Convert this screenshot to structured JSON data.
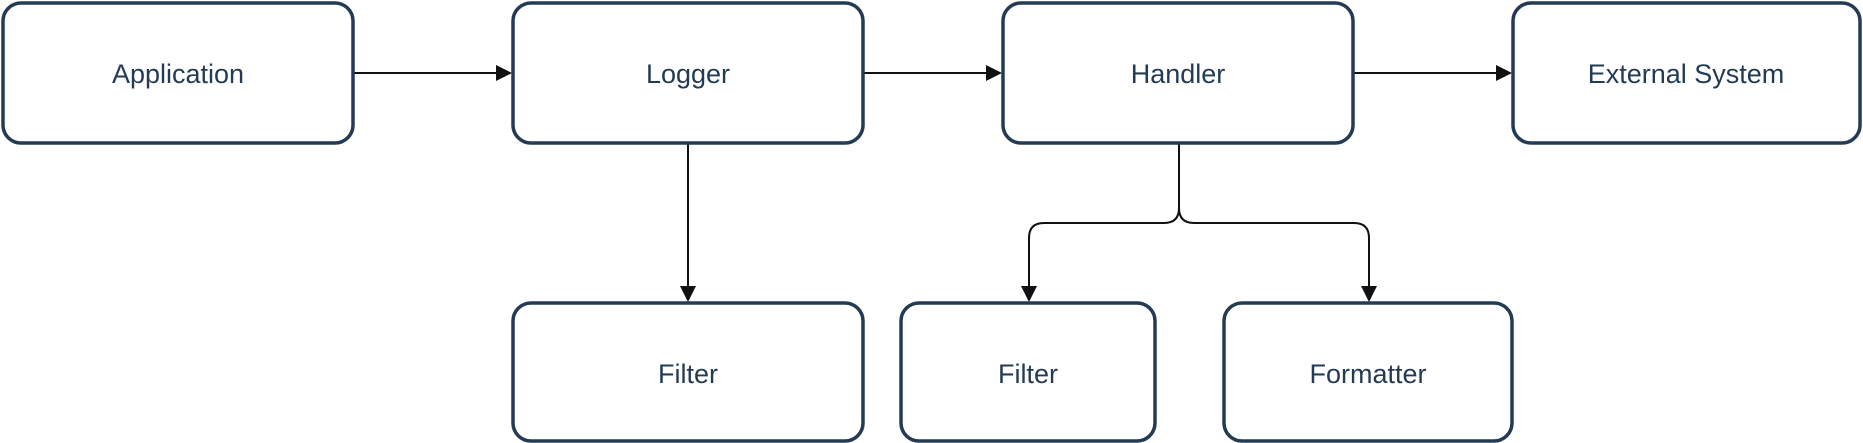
{
  "diagram": {
    "nodes": {
      "application": "Application",
      "logger": "Logger",
      "handler": "Handler",
      "external_system": "External System",
      "logger_filter": "Filter",
      "handler_filter": "Filter",
      "formatter": "Formatter"
    },
    "edges": [
      {
        "from": "Application",
        "to": "Logger"
      },
      {
        "from": "Logger",
        "to": "Handler"
      },
      {
        "from": "Handler",
        "to": "External System"
      },
      {
        "from": "Logger",
        "to": "Filter"
      },
      {
        "from": "Handler",
        "to": "Filter"
      },
      {
        "from": "Handler",
        "to": "Formatter"
      }
    ]
  },
  "colors": {
    "node_border": "#243b55",
    "node_text": "#243b55",
    "connector": "#111111",
    "background": "#ffffff"
  }
}
